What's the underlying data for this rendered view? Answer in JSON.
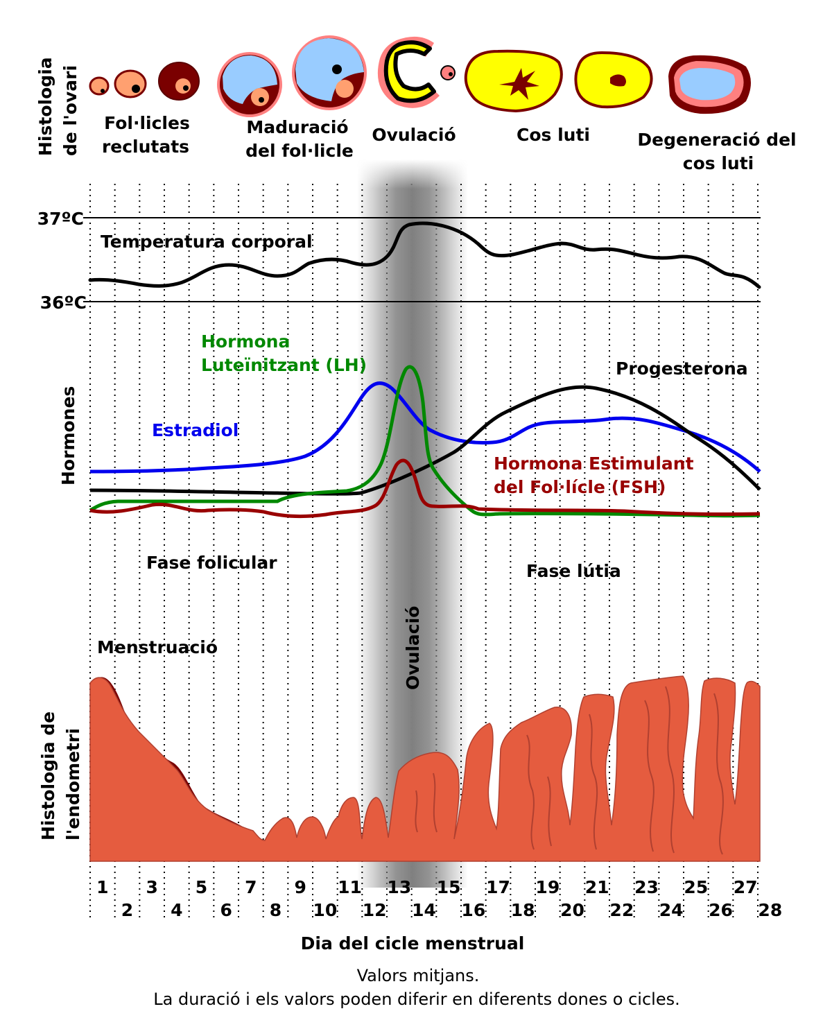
{
  "labels": {
    "ovary_title_1": "Histologia",
    "ovary_title_2": "de l'ovari",
    "recruited_1": "Fol·licles",
    "recruited_2": "reclutats",
    "maturation_1": "Maduració",
    "maturation_2": "del fol·licle",
    "ovulation_top": "Ovulació",
    "corpus_luteum": "Cos luti",
    "degeneration_1": "Degeneració del",
    "degeneration_2": "cos luti",
    "temp_high": "37ºC",
    "temp_low": "36ºC",
    "temperature": "Temperatura corporal",
    "hormones": "Hormones",
    "lh_1": "Hormona",
    "lh_2": "Luteïnitzant (LH)",
    "progesterone": "Progesterona",
    "estradiol": "Estradiol",
    "fsh_1": "Hormona Estimulant",
    "fsh_2": "del Fol·lícle (FSH)",
    "follicular_phase": "Fase folicular",
    "luteal_phase": "Fase lútia",
    "ovulation_vertical": "Ovulació",
    "menstruation": "Menstruació",
    "endometrium_1": "Histologia de",
    "endometrium_2": "l'endometri",
    "x_axis_title": "Dia del cicle menstrual",
    "note_1": "Valors mitjans.",
    "note_2": "La duració i els valors poden diferir en diferents dones o cicles."
  },
  "days": [
    "1",
    "2",
    "3",
    "4",
    "5",
    "6",
    "7",
    "8",
    "9",
    "10",
    "11",
    "12",
    "13",
    "14",
    "15",
    "16",
    "17",
    "18",
    "19",
    "20",
    "21",
    "22",
    "23",
    "24",
    "25",
    "26",
    "27",
    "28"
  ],
  "colors": {
    "temperature": "#000000",
    "estradiol": "#0000ee",
    "lh": "#008800",
    "fsh": "#990000",
    "progesterone": "#000000",
    "endometrium": "#e55c3f",
    "endometrium_dark": "#7a0000",
    "yellow_body": "#ffff00",
    "follicle_fluid": "#99ccff",
    "follicle_orange": "#ffa070",
    "pink": "#ff8080"
  }
}
